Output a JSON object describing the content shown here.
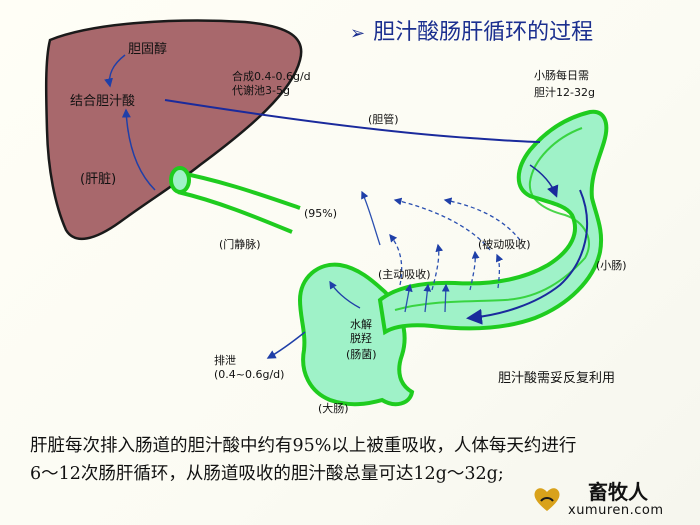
{
  "title": "胆汁酸肠肝循环的过程",
  "title_marker": "➢",
  "labels": {
    "cholesterol": "胆固醇",
    "conjugated_bile_acid": "结合胆汁酸",
    "liver": "(肝脏)",
    "synthesis_line1": "合成0.4-0.6g/d",
    "synthesis_line2": "代谢池3-5g",
    "small_intestine_need_line1": "小肠每日需",
    "small_intestine_need_line2": "胆汁12-32g",
    "bile_duct": "(胆管)",
    "percent_95": "(95%)",
    "portal_vein": "(门静脉)",
    "passive_absorption": "(被动吸收)",
    "active_absorption": "(主动吸收)",
    "small_intestine": "(小肠)",
    "hydrolysis_line1": "水解",
    "hydrolysis_line2": "脱羟",
    "bacteria": "(肠菌)",
    "excretion_line1": "排泄",
    "excretion_line2": "(0.4~0.6g/d)",
    "large_intestine": "(大肠)",
    "reuse_note": "胆汁酸需妥反复利用"
  },
  "bottom_text": {
    "line1": "肝脏每次排入肠道的胆汁酸中约有95%以上被重吸收，人体每天约进行",
    "line2": "6～12次肠肝循环，从肠道吸收的胆汁酸总量可达12g～32g;"
  },
  "logo": {
    "name": "畜牧人",
    "url": "xumuren.com"
  },
  "colors": {
    "liver_fill": "#a8686c",
    "liver_outline": "#1a1a1a",
    "intestine_fill": "#9ff2c8",
    "intestine_outline": "#1fcc1f",
    "arrow_blue": "#1a2a9c",
    "title_blue": "#1b2f8f"
  }
}
